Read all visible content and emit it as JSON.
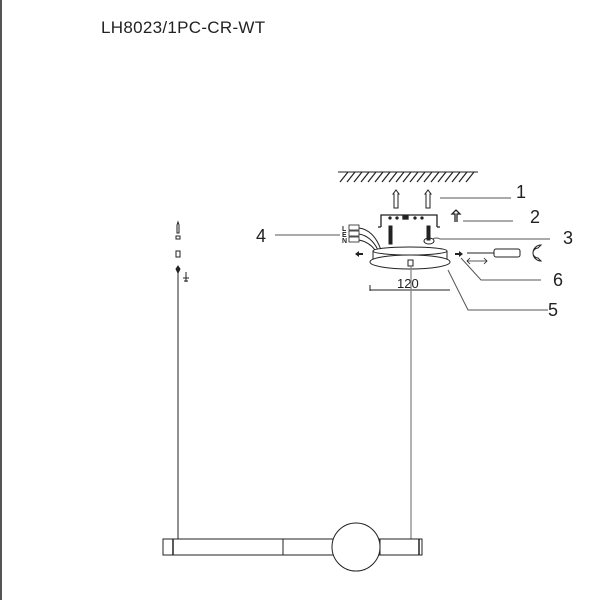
{
  "title": "LH8023/1PC-CR-WT",
  "callouts": [
    {
      "num": "1",
      "target": "wall-anchors"
    },
    {
      "num": "2",
      "target": "mounting-bracket"
    },
    {
      "num": "3",
      "target": "fixing-screw"
    },
    {
      "num": "4",
      "target": "wire-terminals"
    },
    {
      "num": "5",
      "target": "canopy"
    },
    {
      "num": "6",
      "target": "side-screw"
    }
  ],
  "terminals": [
    "L",
    "E",
    "N"
  ],
  "dimension": "120",
  "colors": {
    "line": "#222222",
    "gray": "#888888"
  }
}
